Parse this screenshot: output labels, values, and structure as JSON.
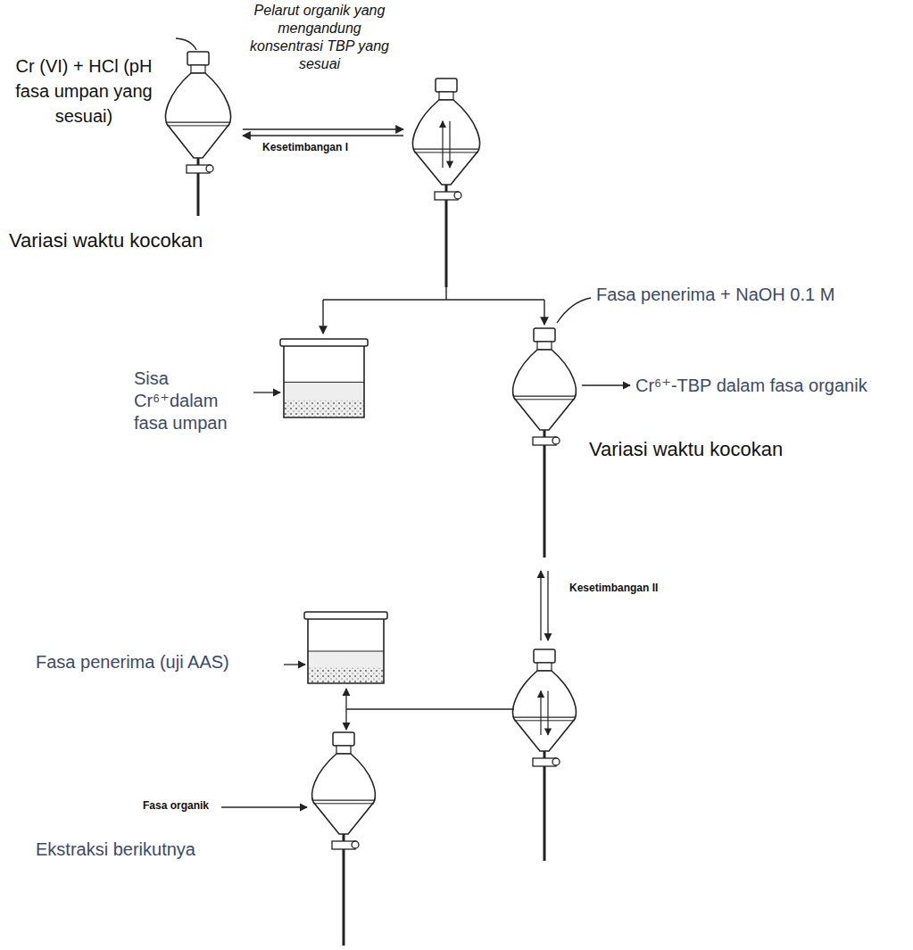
{
  "diagram": {
    "labels": [
      "Cr (VI) + HCl (pH fasa umpan yang sesuai)",
      "Pelarut organik yang mengandung konsentrasi TBP yang sesuai",
      "Kesetimbangan I",
      "Variasi waktu kocokan",
      "Fasa penerima + NaOH 0.1 M",
      "Sisa Cr⁶⁺dalam fasa umpan",
      "Cr⁶⁺-TBP dalam fasa organik",
      "Variasi waktu kocokan",
      "Kesetimbangan II",
      "Fasa penerima (uji AAS)",
      "Fasa organik",
      "Ekstraksi berikutnya"
    ]
  }
}
